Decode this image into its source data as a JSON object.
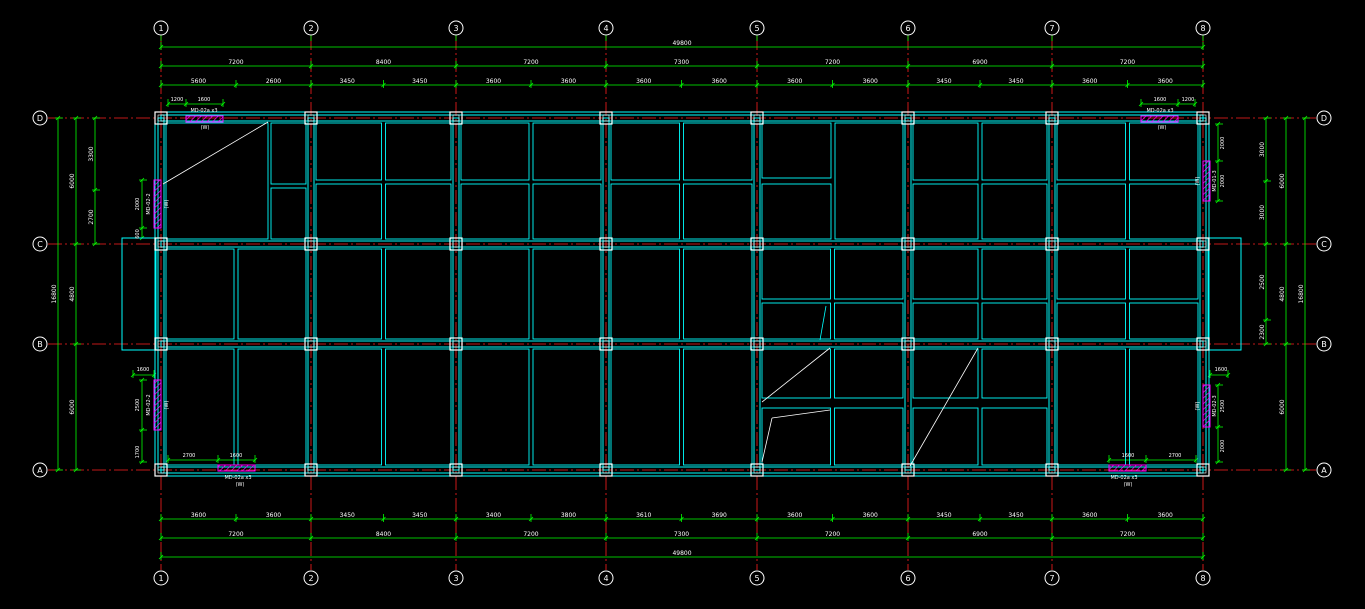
{
  "colors": {
    "background": "#000000",
    "dimension": "#00ff00",
    "grid_axis": "#ff2020",
    "beam": "#00ffff",
    "column": "#ffffff",
    "wall_reinforcement": "#ff00ff",
    "text": "#ffffff"
  },
  "axes": {
    "columns": [
      "1",
      "2",
      "3",
      "4",
      "5",
      "6",
      "7",
      "8"
    ],
    "rows": [
      "D",
      "C",
      "B",
      "A"
    ]
  },
  "dims": {
    "top_total": "49800",
    "top_spans": [
      "7200",
      "8400",
      "7200",
      "7300",
      "7200",
      "6900",
      "7200"
    ],
    "top_sub": [
      "5600",
      "2600",
      "3450",
      "3450",
      "3600",
      "3600",
      "3600",
      "3600",
      "3600",
      "3600",
      "3450",
      "3450",
      "3600",
      "3600"
    ],
    "bottom_sub": [
      "3600",
      "3600",
      "3450",
      "3450",
      "3400",
      "3800",
      "3610",
      "3690",
      "3600",
      "3600",
      "3450",
      "3450",
      "3600",
      "3600"
    ],
    "bottom_spans": [
      "7200",
      "8400",
      "7200",
      "7300",
      "7200",
      "6900",
      "7200"
    ],
    "bottom_total": "49800",
    "left_outer": "16800",
    "left_mid": [
      "6000",
      "4800",
      "6000"
    ],
    "left_inner": [
      "3300",
      "2700"
    ],
    "right_outer": "16800",
    "right_mid": [
      "6000",
      "4800",
      "6000"
    ],
    "right_inner": [
      "3000",
      "3000",
      "2500",
      "2300"
    ]
  },
  "wall_labels": {
    "top_left_label": "MD-02a x3",
    "top_left_tag": "(W)",
    "top_left_dims": [
      "1200",
      "1600"
    ],
    "top_right_label": "MD-02a x3",
    "top_right_tag": "(W)",
    "top_right_dims": [
      "1600",
      "1200"
    ],
    "left_upper_label": "MD-02-2",
    "left_upper_tag": "(W)",
    "left_upper_dims": [
      "2000",
      "600"
    ],
    "left_lower_label": "MD-02-2",
    "left_lower_tag": "(W)",
    "left_lower_dims": [
      "1600",
      "2500",
      "1700"
    ],
    "right_upper_label": "MD-01-3",
    "right_upper_tag": "(W)",
    "right_upper_dims": [
      "2000",
      "2000"
    ],
    "right_lower_label": "MD-02-3",
    "right_lower_tag": "(W)",
    "right_lower_dims": [
      "1600",
      "2500",
      "2000"
    ],
    "bottom_left_label": "MD-02a x3",
    "bottom_left_tag": "(W)",
    "bottom_left_dims": [
      "2700",
      "1600"
    ],
    "bottom_right_label": "MD-02a x3",
    "bottom_right_tag": "(W)",
    "bottom_right_dims": [
      "1600",
      "2700"
    ]
  }
}
